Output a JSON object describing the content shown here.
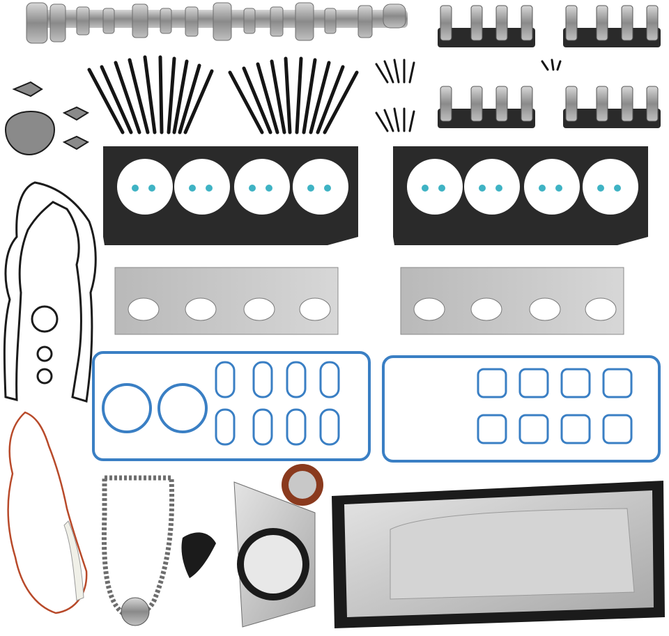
{
  "product": {
    "description_hidden": "",
    "parts": [
      {
        "id": "camshaft"
      },
      {
        "id": "lifter-trays"
      },
      {
        "id": "head-bolts"
      },
      {
        "id": "small-bolts"
      },
      {
        "id": "head-gaskets"
      },
      {
        "id": "exhaust-manifold-gaskets"
      },
      {
        "id": "intake-gaskets"
      },
      {
        "id": "valve-cover-gaskets"
      },
      {
        "id": "timing-cover-gasket"
      },
      {
        "id": "water-pump-gasket"
      },
      {
        "id": "timing-chain"
      },
      {
        "id": "chain-tensioner"
      },
      {
        "id": "rear-main-seal"
      },
      {
        "id": "front-crank-seal"
      },
      {
        "id": "oil-pan-gasket"
      }
    ]
  },
  "colors": {
    "background": "#ffffff",
    "steel": "#9a9a9a",
    "gasket_black": "#1b1b1b",
    "gasket_blue": "#3a7fc4",
    "gasket_red": "#b84a2a",
    "lifter_tray": "#2a2a2a",
    "aluminum": "#c9c9c9"
  }
}
